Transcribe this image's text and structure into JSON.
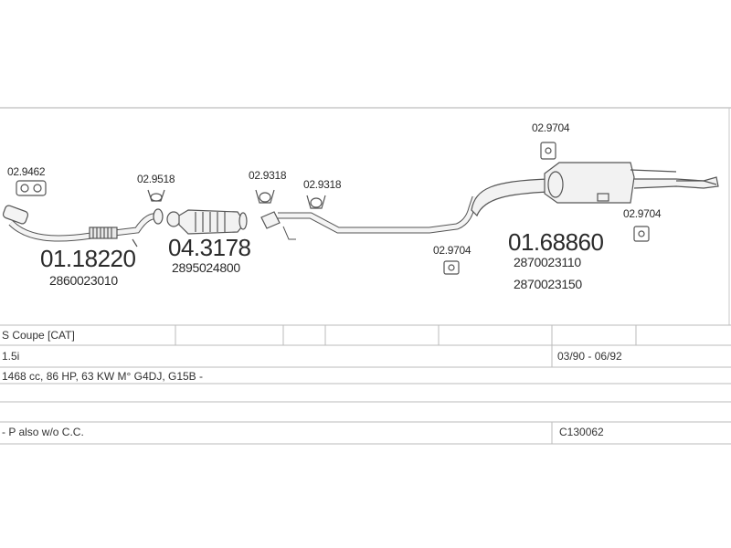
{
  "parts": {
    "hanger_a": "02.9462",
    "hanger_b": "02.9518",
    "hanger_c": "02.9318",
    "hanger_d": "02.9318",
    "hanger_e": "02.9704",
    "hanger_f": "02.9704",
    "hanger_g": "02.9704",
    "front_pipe_ref": "01.18220",
    "front_pipe_oem": "2860023010",
    "catalyst_ref": "04.3178",
    "catalyst_oem": "2895024800",
    "rear_silencer_ref": "01.68860",
    "rear_silencer_oem_1": "2870023110",
    "rear_silencer_oem_2": "2870023150"
  },
  "table": {
    "row1_model": "S Coupe  [CAT]",
    "row2_engine": "1.5i",
    "row2_years": "03/90 - 06/92",
    "row3_spec": "1468 cc, 86 HP, 63 KW M° G4DJ, G15B -",
    "row5_note": "- P also w/o C.C.",
    "row5_code": "C130062"
  },
  "colors": {
    "line": "#555555",
    "rule": "#bbbbbb",
    "fill": "#f4f4f4"
  }
}
